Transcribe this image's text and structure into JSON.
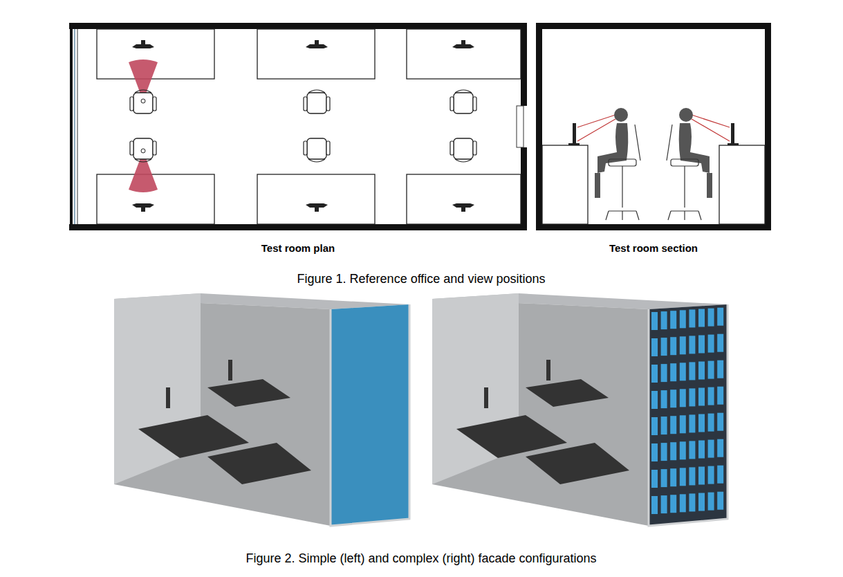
{
  "diagram": {
    "labels": [
      "Test room plan",
      "Test room section",
      "Figure 1. Reference office and view positions",
      "Figure 2. Simple (left) and complex (right) facade configurations"
    ]
  }
}
